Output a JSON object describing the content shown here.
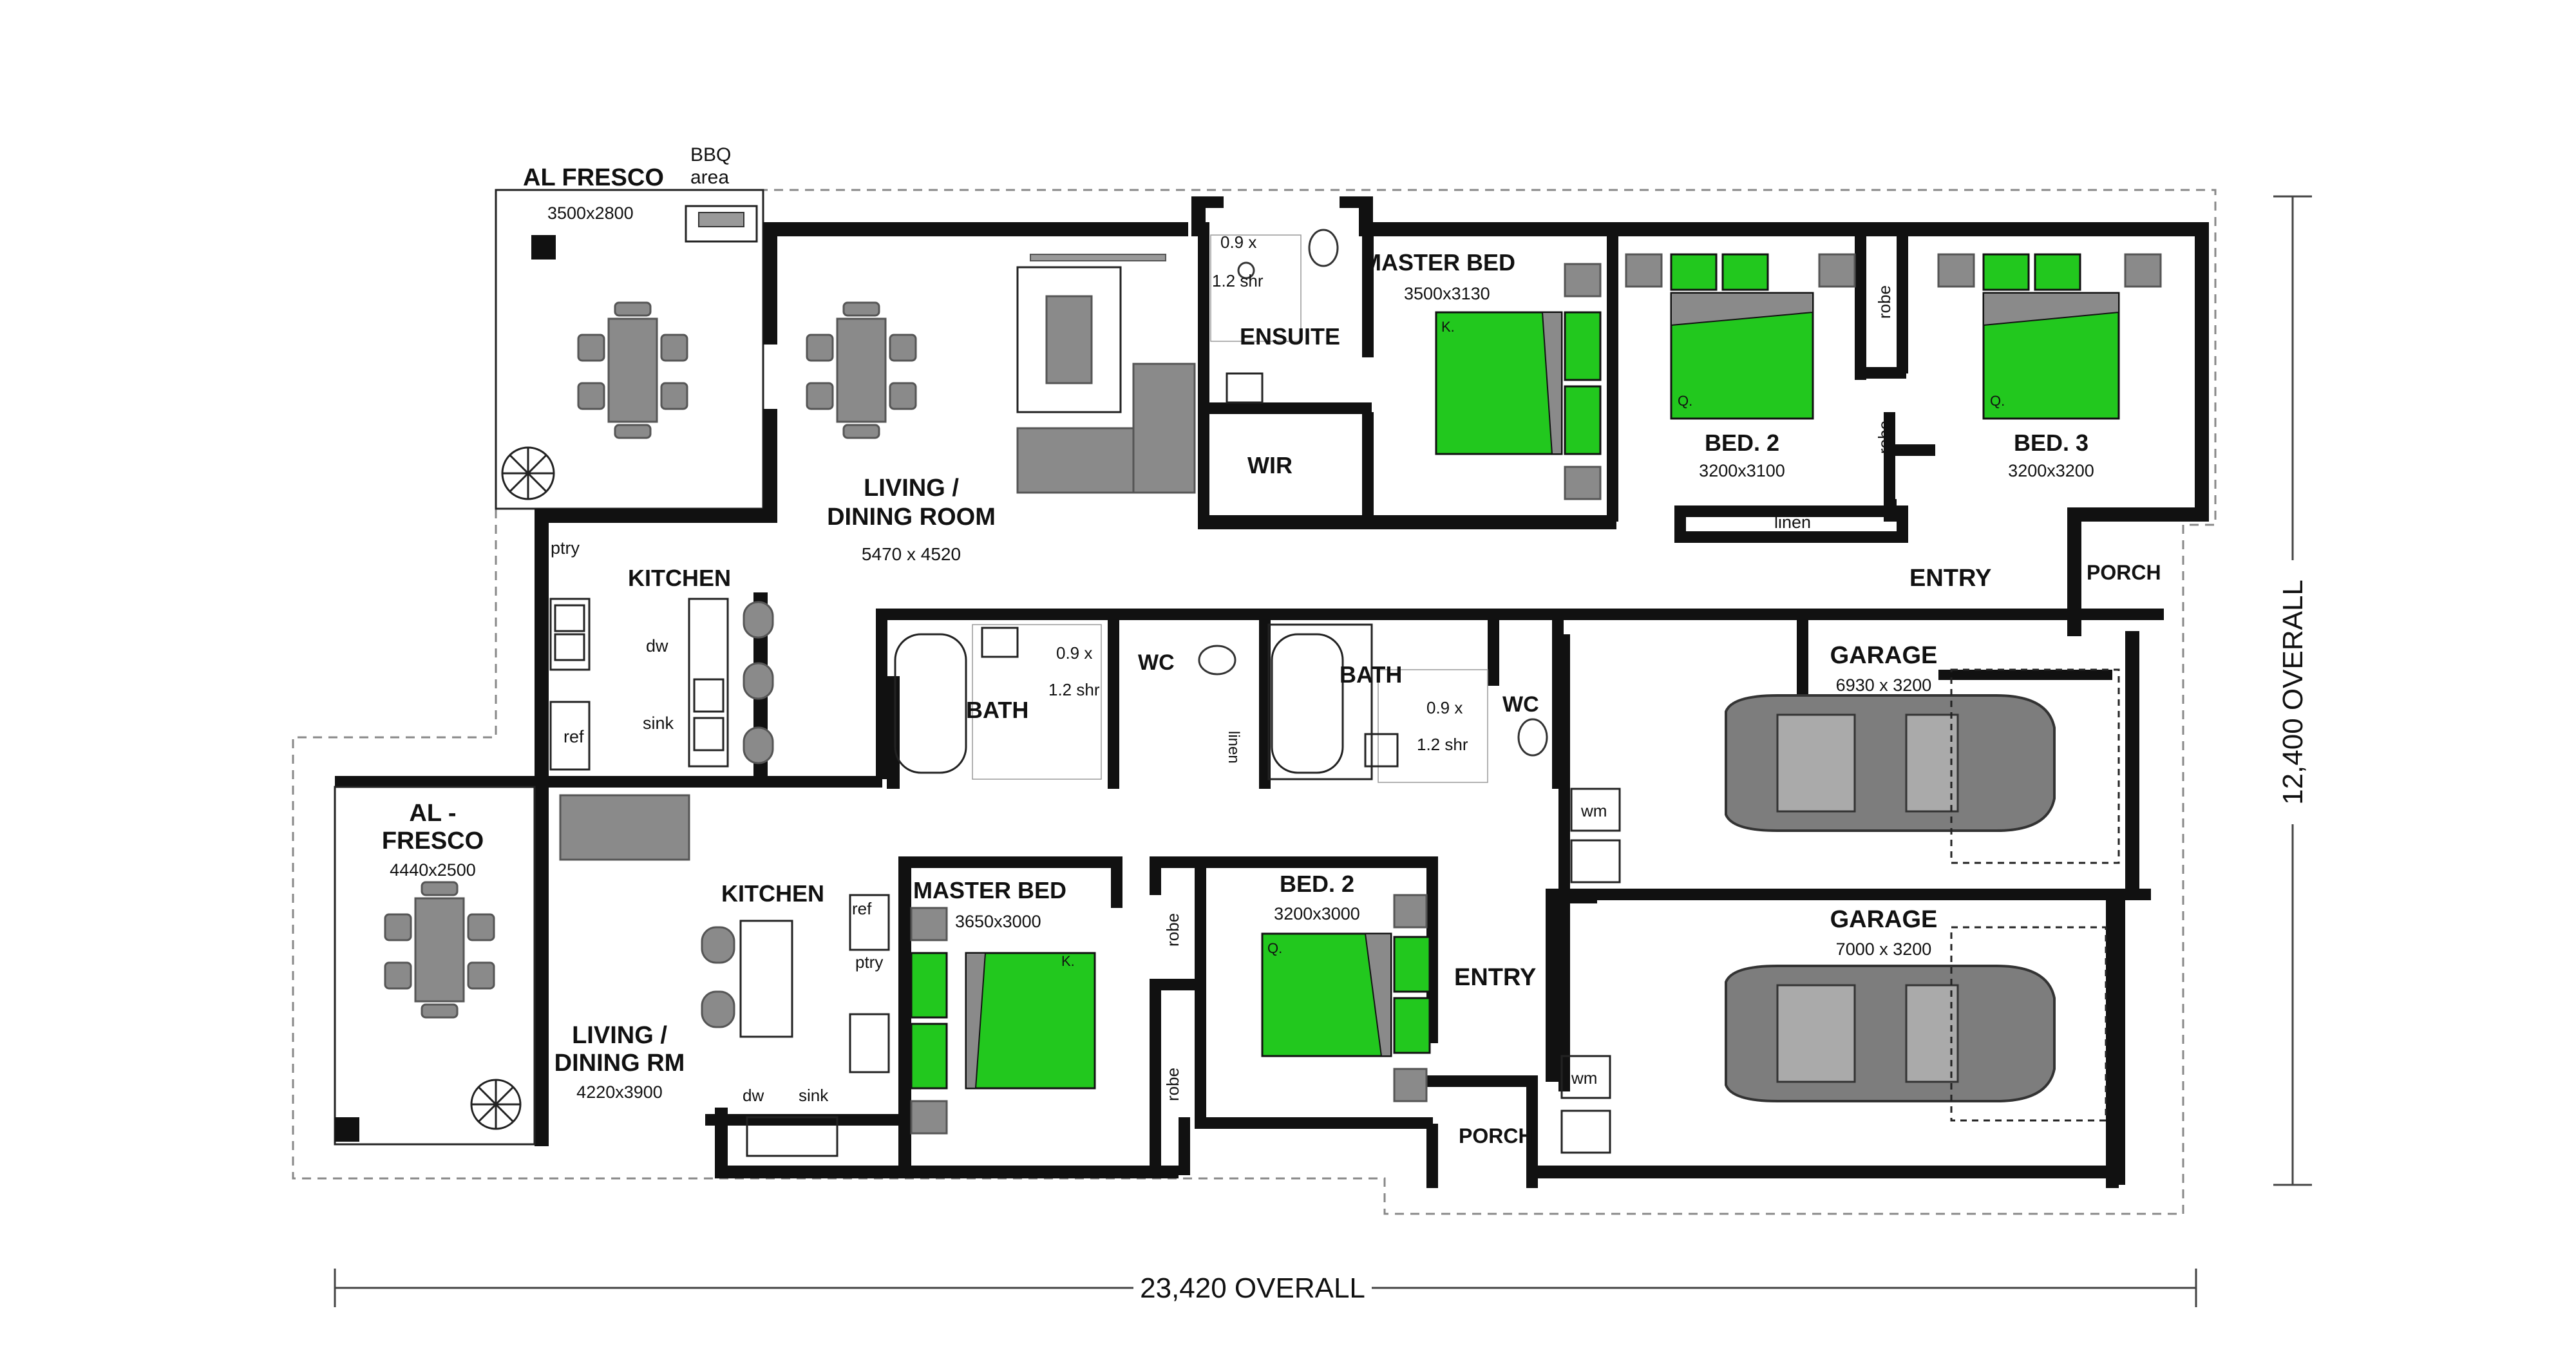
{
  "unit_a": {
    "al_fresco": {
      "label": "AL FRESCO",
      "size": "3500x2800"
    },
    "bbq": {
      "line1": "BBQ",
      "line2": "area"
    },
    "living": {
      "line1": "LIVING /",
      "line2": "DINING ROOM",
      "size": "5470 x 4520"
    },
    "kitchen": {
      "label": "KITCHEN",
      "ptry": "ptry",
      "dw": "dw",
      "sink": "sink",
      "ref": "ref"
    },
    "ensuite": {
      "label": "ENSUITE",
      "shr1": "0.9 x",
      "shr2": "1.2 shr"
    },
    "wir": {
      "label": "WIR"
    },
    "master": {
      "label": "MASTER BED",
      "size": "3500x3130",
      "k": "K."
    },
    "bed2": {
      "label": "BED. 2",
      "size": "3200x3100",
      "q": "Q."
    },
    "bed3": {
      "label": "BED. 3",
      "size": "3200x3200",
      "q": "Q."
    },
    "robe": "robe",
    "linen": "linen",
    "entry": {
      "label": "ENTRY"
    },
    "porch": {
      "label": "PORCH"
    },
    "bath": {
      "label": "BATH",
      "shr1": "0.9 x",
      "shr2": "1.2 shr"
    },
    "wc": {
      "label": "WC"
    },
    "garage": {
      "label": "GARAGE",
      "size": "6930 x 3200",
      "wm": "wm"
    }
  },
  "unit_b": {
    "al_fresco": {
      "line1": "AL -",
      "line2": "FRESCO",
      "size": "4440x2500"
    },
    "kitchen": {
      "label": "KITCHEN",
      "ref": "ref",
      "ptry": "ptry",
      "dw": "dw",
      "sink": "sink"
    },
    "living": {
      "line1": "LIVING /",
      "line2": "DINING RM",
      "size": "4220x3900"
    },
    "master": {
      "label": "MASTER BED",
      "size": "3650x3000",
      "k": "K."
    },
    "bed2": {
      "label": "BED. 2",
      "size": "3200x3000",
      "q": "Q."
    },
    "robe": "robe",
    "bath": {
      "label": "BATH",
      "shr1": "0.9 x",
      "shr2": "1.2 shr"
    },
    "wc": {
      "label": "WC"
    },
    "linen": "linen",
    "entry": {
      "label": "ENTRY"
    },
    "porch": {
      "label": "PORCH"
    },
    "garage": {
      "label": "GARAGE",
      "size": "7000 x 3200",
      "wm": "wm"
    }
  },
  "dimensions": {
    "overall_width": "23,420 OVERALL",
    "overall_height": "12,400 OVERALL"
  },
  "colors": {
    "bed": "#22c81e",
    "furniture": "#8a8a8a",
    "wall": "#111111"
  }
}
